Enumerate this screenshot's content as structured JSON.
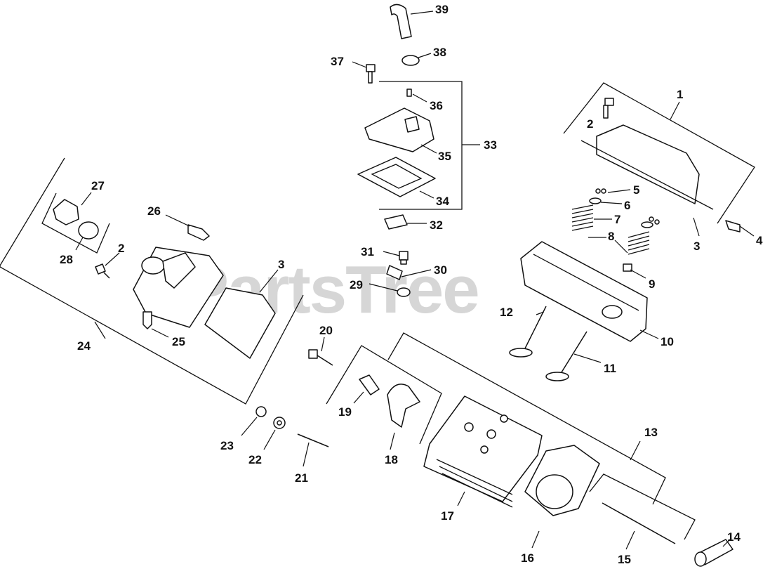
{
  "watermark": "PartsTree",
  "callouts": {
    "c1": "1",
    "c2a": "2",
    "c2b": "2",
    "c3a": "3",
    "c3b": "3",
    "c4": "4",
    "c5": "5",
    "c6": "6",
    "c7": "7",
    "c8": "8",
    "c9": "9",
    "c10": "10",
    "c11": "11",
    "c12": "12",
    "c13": "13",
    "c14": "14",
    "c15": "15",
    "c16": "16",
    "c17": "17",
    "c18": "18",
    "c19": "19",
    "c20": "20",
    "c21": "21",
    "c22": "22",
    "c23": "23",
    "c24": "24",
    "c25": "25",
    "c26": "26",
    "c27": "27",
    "c28": "28",
    "c29": "29",
    "c30": "30",
    "c31": "31",
    "c32": "32",
    "c33": "33",
    "c34": "34",
    "c35": "35",
    "c36": "36",
    "c37": "37",
    "c38": "38",
    "c39": "39"
  },
  "colors": {
    "ink": "#111111",
    "watermark": "#d6d6d6",
    "background": "#ffffff"
  }
}
